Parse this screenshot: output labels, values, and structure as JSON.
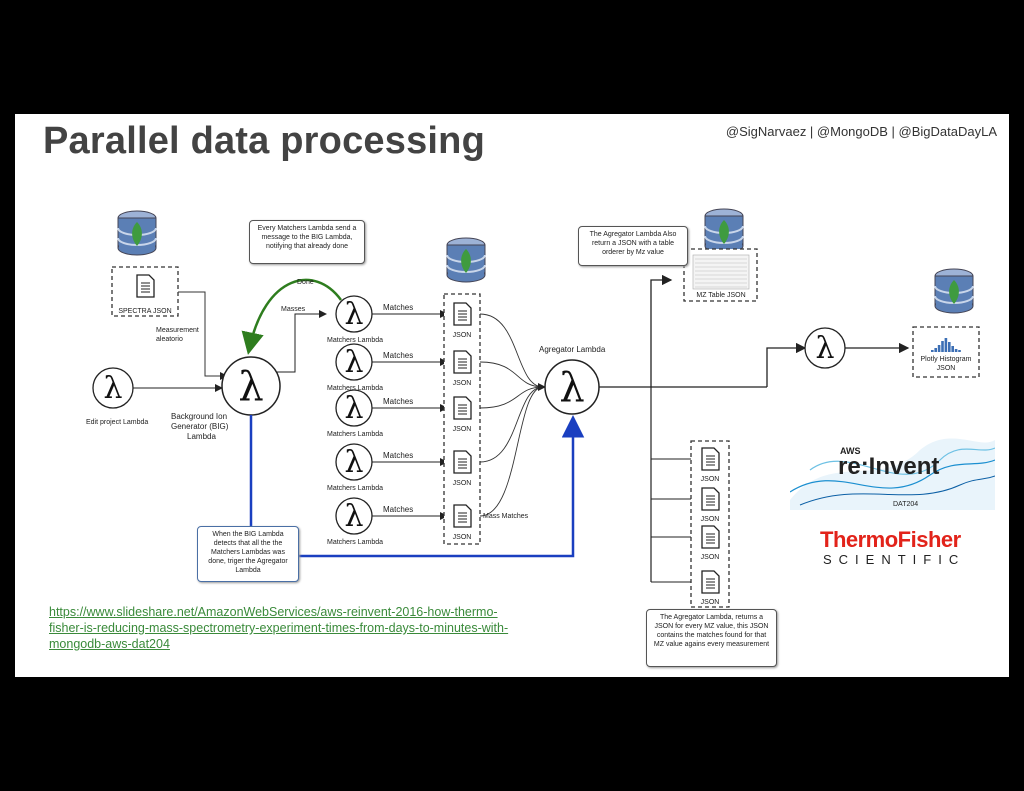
{
  "slide": {
    "title": "Parallel data processing",
    "handles": "@SigNarvaez  |  @MongoDB  |  @BigDataDayLA",
    "url_lines": [
      "https://www.slideshare.net/AmazonWebServices/aws-reinvent-2016-how-thermo-",
      "fisher-is-reducing-mass-spectrometry-experiment-times-from-days-to-minutes-with-",
      "mongodb-aws-dat204"
    ]
  },
  "diagram": {
    "lambda_symbol": "λ",
    "edit_lambda_label": "Edit project Lambda",
    "big_lambda_label": [
      "Background Ion",
      "Generator (BIG)",
      "Lambda"
    ],
    "spectra_json_label": "SPECTRA JSON",
    "measurement_label": [
      "Measurement",
      "aleatorio"
    ],
    "masses_label": "Masses",
    "done_label": "Done",
    "matchers_label": "Matchers Lambda",
    "matches_label": "Matches",
    "json_label": "JSON",
    "mass_matches_label": "Mass Matches",
    "agregator_label": "Agregator Lambda",
    "mz_table_label": "MZ Table JSON",
    "plotly_label": [
      "Plotly Histogram",
      "JSON"
    ],
    "note_matchers": "Every Matchers Lambda send a message to the BIG Lambda, notifying that already done",
    "note_big": "When the BIG Lambda detects that all the the Matchers Lambdas was done, triger the Agregator Lambda",
    "note_agregator_table": "The Agregator Lambda Also return a JSON with a table orderer by Mz value",
    "note_agregator_json": "The Agregator Lambda, returns a JSON for every MZ value, this JSON contains the matches found for that MZ value agains every measurement"
  },
  "logos": {
    "aws_small": "AWS",
    "reinvent": "re:Invent",
    "session": "DAT204",
    "thermo": "ThermoFisher",
    "scientific": "SCIENTIFIC"
  },
  "colors": {
    "mongo_green": "#3f9b3f",
    "db_blue": "#5b7fb5",
    "done_arrow": "#2e7d1e",
    "trigger_arrow": "#1a3fc0",
    "thermo_red": "#e2231a",
    "url_green": "#3a8a3a"
  }
}
